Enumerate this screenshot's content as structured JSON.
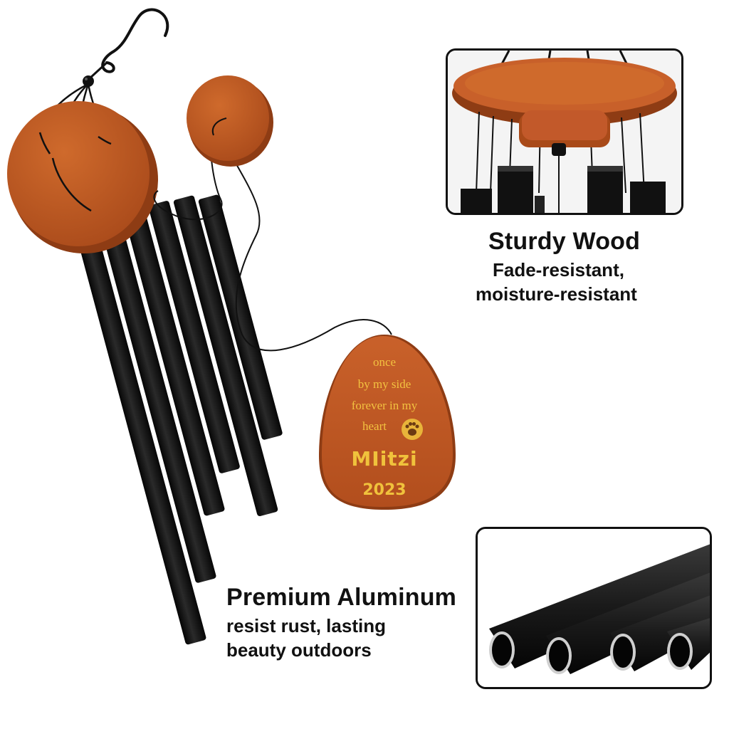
{
  "colors": {
    "wood": "#b5541f",
    "wood_light": "#cf6a2c",
    "tube": "#141414",
    "engraving": "#f2c240",
    "text": "#111111"
  },
  "callouts": {
    "wood": {
      "title": "Sturdy Wood",
      "line1": "Fade-resistant,",
      "line2": "moisture-resistant"
    },
    "aluminum": {
      "title": "Premium Aluminum",
      "line1": "resist rust, lasting",
      "line2": "beauty outdoors"
    }
  },
  "tag": {
    "line1": "once",
    "line2": "by my side",
    "line3": "forever in my",
    "line4": "heart",
    "name": "MIitzi",
    "year": "2023",
    "icon": "paw-icon"
  },
  "icons": [
    "hook-icon",
    "paw-icon"
  ]
}
